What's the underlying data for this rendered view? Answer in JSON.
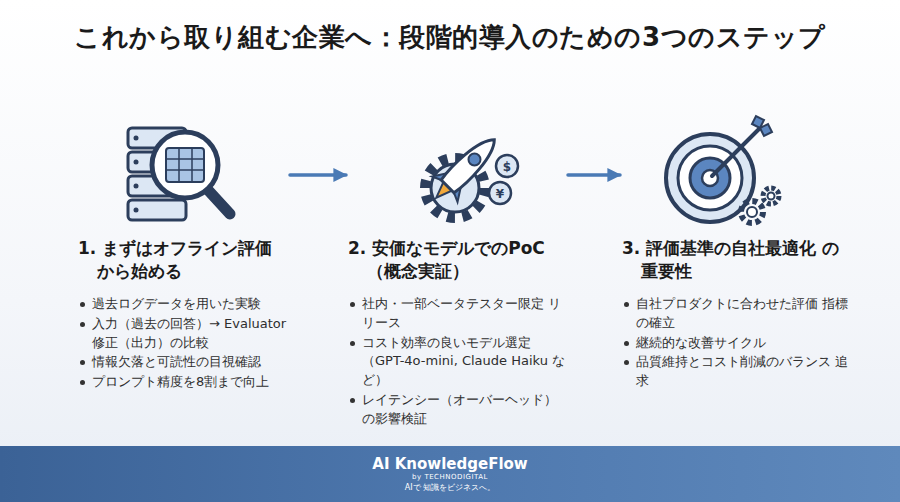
{
  "diagram": {
    "title": "これから取り組む企業へ：段階的導入のための3つのステップ",
    "nodes": [
      {
        "text": [
          "1. まずはオフライン評価 から始める",
          "過去ログデータを用いた実験",
          "入力（過去の回答）→ Evaluator修正（出力）の比較",
          "情報欠落と可読性の目視確認",
          "プロンプト精度を8割まで向上"
        ]
      },
      {
        "text": [
          "2. 安価なモデルでのPoC （概念実証）",
          "社内・一部ベータテスター限定 リリース",
          "コスト効率の良いモデル選定 （GPT-4o-mini, Claude Haiku など）",
          "レイテンシー（オーバーヘッド） の影響検証"
        ]
      },
      {
        "text": [
          "3. 評価基準の自社最適化 の重要性",
          "自社プロダクトに合わせた評価 指標の確立",
          "継続的な改善サイクル",
          "品質維持とコスト削減のバランス 追求"
        ]
      },
      {
        "text": [
          "AI KnowledgeFlow",
          "by TECHNODIGITAL",
          "AIで 知識をビジネスへ。"
        ]
      }
    ],
    "edges": [
      {
        "from": 0,
        "to": 1,
        "arrow": "to"
      },
      {
        "from": 1,
        "to": 2,
        "arrow": "to"
      }
    ],
    "labels": [
      "$",
      "¥"
    ]
  }
}
